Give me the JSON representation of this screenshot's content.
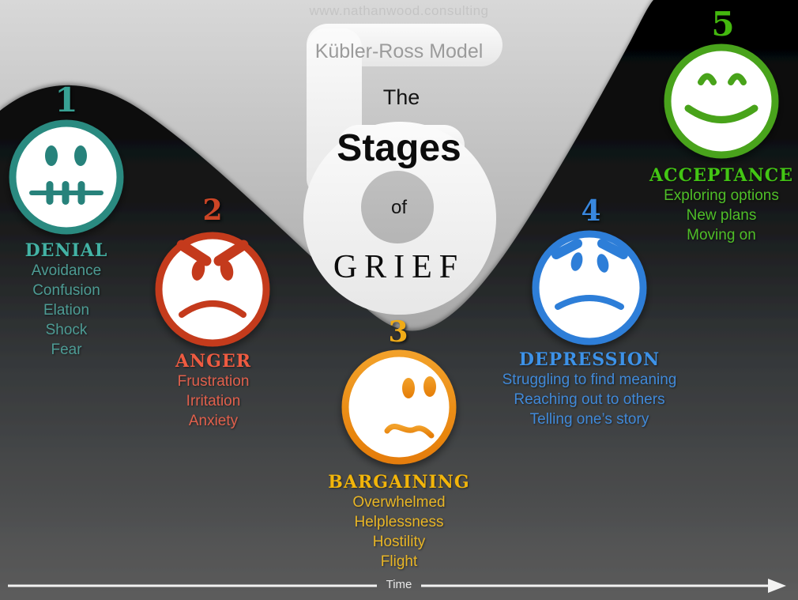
{
  "watermark": "www.nathanwood.consulting",
  "header": {
    "subtitle": "Kübler-Ross Model",
    "big_number": "5",
    "title_the": "The",
    "title_stages": "Stages",
    "title_of": "of",
    "title_grief": "GRIEF"
  },
  "stages": [
    {
      "number": "1",
      "name": "DENIAL",
      "icon": "zipped-mouth-face-icon",
      "color": "#43b2a4",
      "ring_color": "#2b8a80",
      "items": [
        "Avoidance",
        "Confusion",
        "Elation",
        "Shock",
        "Fear"
      ]
    },
    {
      "number": "2",
      "name": "ANGER",
      "icon": "angry-face-icon",
      "color": "#ef5b41",
      "ring_color": "#c43a1c",
      "items": [
        "Frustration",
        "Irritation",
        "Anxiety"
      ]
    },
    {
      "number": "3",
      "name": "BARGAINING",
      "icon": "worried-face-icon",
      "color": "#f2b50a",
      "ring_color": "#e8860e",
      "items": [
        "Overwhelmed",
        "Helplessness",
        "Hostility",
        "Flight"
      ]
    },
    {
      "number": "4",
      "name": "DEPRESSION",
      "icon": "sad-face-icon",
      "color": "#3d92e8",
      "ring_color": "#2d7ed8",
      "items": [
        "Struggling to find meaning",
        "Reaching out to others",
        "Telling one’s story"
      ]
    },
    {
      "number": "5",
      "name": "ACCEPTANCE",
      "icon": "happy-face-icon",
      "color": "#43c614",
      "ring_color": "#48a31a",
      "items": [
        "Exploring options",
        "New plans",
        "Moving on"
      ]
    }
  ],
  "timeline": {
    "label": "Time",
    "line_color": "#f2f2f2"
  }
}
